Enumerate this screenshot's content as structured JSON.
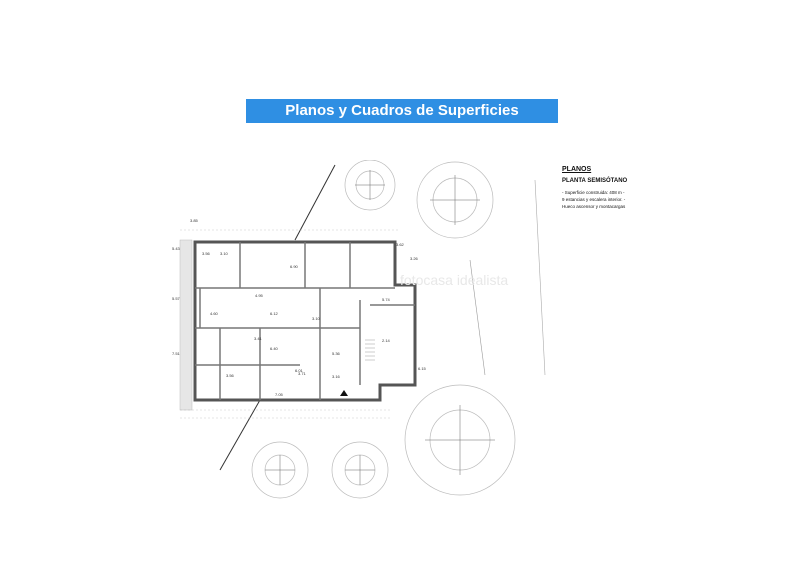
{
  "title": "Planos y Cuadros de Superficies",
  "legend": {
    "heading": "PLANOS",
    "subheading": "PLANTA SEMISÓTANO",
    "lines": [
      "- Superficie construida: 408 m -",
      "9 estancias y escalera interior. -",
      "Hueco ascensor y montacargas"
    ]
  },
  "watermark": "fotocasa idealista",
  "dimensions": [
    "3.85",
    "5.43",
    "5.57",
    "7.51",
    "3.10",
    "6.90",
    "4.95",
    "4.60",
    "6.12",
    "6.40",
    "5.36",
    "3.56",
    "3.71",
    "3.16",
    "7.05",
    "5.74",
    "3.62",
    "6.15",
    "2.14",
    "3.10",
    "6.01",
    "3.26",
    "3.41",
    "3.56"
  ]
}
